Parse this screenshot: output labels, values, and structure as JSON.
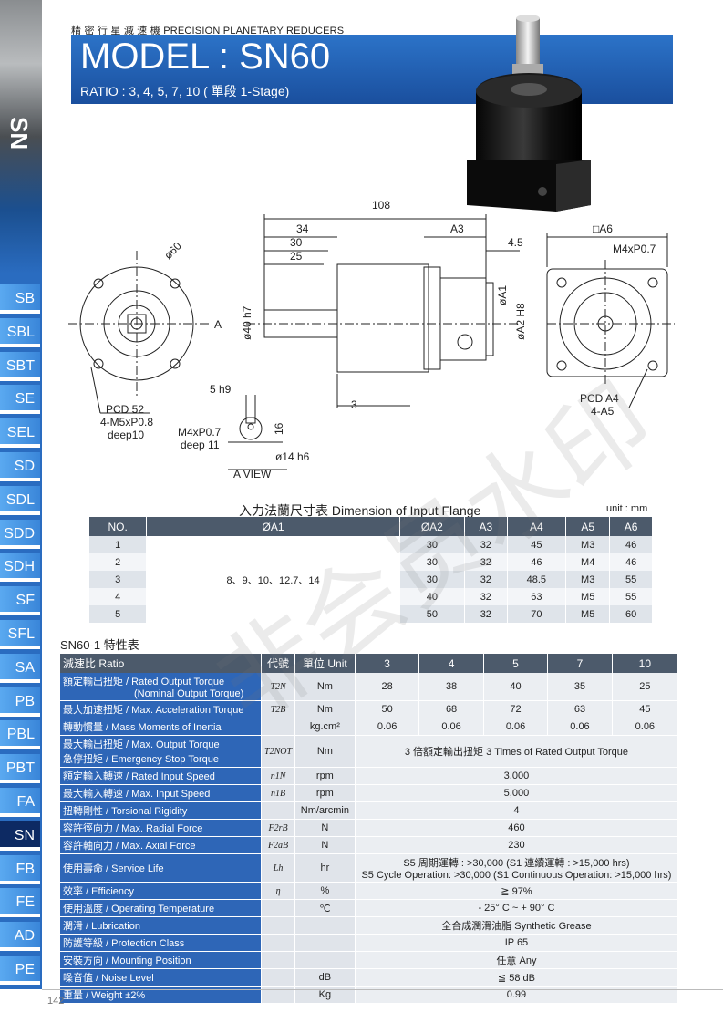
{
  "header": {
    "small_title": "精 密 行 星 減 速 機   PRECISION PLANETARY REDUCERS",
    "model": "MODEL : SN60",
    "ratio": "RATIO : 3, 4, 5, 7, 10 ( 單段 1-Stage)"
  },
  "sidebar": {
    "series": "SN",
    "items": [
      "SB",
      "SBL",
      "SBT",
      "SE",
      "SEL",
      "SD",
      "SDL",
      "SDD",
      "SDH",
      "SF",
      "SFL",
      "SA",
      "PB",
      "PBL",
      "PBT",
      "FA",
      "SN",
      "FB",
      "FE",
      "AD",
      "PE"
    ],
    "active": "SN"
  },
  "drawing": {
    "dims": {
      "overall": "108",
      "d34": "34",
      "d30": "30",
      "d25": "25",
      "a3": "A3",
      "d45": "4.5",
      "a6": "□A6",
      "m4": "M4xP0.7",
      "phi60": "ø60",
      "a_mark": "A",
      "phi40": "ø40 h7",
      "phi_a1": "øA1",
      "phi_a2": "øA2 H8",
      "pcd52": "PCD 52",
      "m5": "4-M5xP0.8",
      "deep10": "deep10",
      "d5": "5 h9",
      "d3": "3",
      "d16": "16",
      "m4b": "M4xP0.7",
      "deep11": "deep 11",
      "phi14": "ø14 h6",
      "aview": "A VIEW",
      "pcd_a4": "PCD A4",
      "a5": "4-A5"
    }
  },
  "watermark": "非会员水印",
  "flange_table": {
    "title": "入力法蘭尺寸表  Dimension of Input Flange",
    "unit": "unit : mm",
    "headers": [
      "NO.",
      "ØA1",
      "ØA2",
      "A3",
      "A4",
      "A5",
      "A6"
    ],
    "a1_merged": "8、9、10、12.7、14",
    "rows": [
      [
        "1",
        "30",
        "32",
        "45",
        "M3",
        "46"
      ],
      [
        "2",
        "30",
        "32",
        "46",
        "M4",
        "46"
      ],
      [
        "3",
        "30",
        "32",
        "48.5",
        "M3",
        "55"
      ],
      [
        "4",
        "40",
        "32",
        "63",
        "M5",
        "55"
      ],
      [
        "5",
        "50",
        "32",
        "70",
        "M5",
        "60"
      ]
    ]
  },
  "spec_table": {
    "title": "SN60-1 特性表",
    "headers": [
      "減速比 Ratio",
      "代號",
      "單位 Unit",
      "3",
      "4",
      "5",
      "7",
      "10"
    ],
    "rows": [
      {
        "label": "額定輸出扭矩 / Rated Output Torque",
        "label2": "(Nominal Output Torque)",
        "code": "T2N",
        "unit": "Nm",
        "values": [
          "28",
          "38",
          "40",
          "35",
          "25"
        ]
      },
      {
        "label": "最大加速扭矩 / Max. Acceleration Torque",
        "code": "T2B",
        "unit": "Nm",
        "values": [
          "50",
          "68",
          "72",
          "63",
          "45"
        ]
      },
      {
        "label": "轉動慣量 / Mass Moments of Inertia",
        "code": "",
        "unit": "kg.cm²",
        "values": [
          "0.06",
          "0.06",
          "0.06",
          "0.06",
          "0.06"
        ]
      },
      {
        "label": "最大輸出扭矩 / Max. Output Torque",
        "label2": "急停扭矩 / Emergency Stop Torque",
        "code": "T2NOT",
        "unit": "Nm",
        "span": "3 倍額定輸出扭矩 3 Times of Rated Output Torque"
      },
      {
        "label": "額定輸入轉速 / Rated Input Speed",
        "code": "n1N",
        "unit": "rpm",
        "span": "3,000"
      },
      {
        "label": "最大輸入轉速 / Max. Input Speed",
        "code": "n1B",
        "unit": "rpm",
        "span": "5,000"
      },
      {
        "label": "扭轉剛性 / Torsional Rigidity",
        "code": "",
        "unit": "Nm/arcmin",
        "span": "4"
      },
      {
        "label": "容許徑向力 / Max. Radial Force",
        "code": "F2rB",
        "unit": "N",
        "span": "460"
      },
      {
        "label": "容許軸向力 / Max. Axial Force",
        "code": "F2aB",
        "unit": "N",
        "span": "230"
      },
      {
        "label": "使用壽命 / Service Life",
        "code": "Lh",
        "unit": "hr",
        "span": "S5 周期運轉 : >30,000 (S1 連續運轉 : >15,000 hrs)",
        "span2": "S5 Cycle Operation: >30,000 (S1 Continuous Operation: >15,000 hrs)"
      },
      {
        "label": "效率 / Efficiency",
        "code": "η",
        "unit": "%",
        "span": "≧ 97%"
      },
      {
        "label": "使用溫度 / Operating Temperature",
        "code": "",
        "unit": "℃",
        "span": "- 25° C ~ + 90° C"
      },
      {
        "label": "潤滑 / Lubrication",
        "code": "",
        "unit": "",
        "span": "全合成潤滑油脂 Synthetic Grease"
      },
      {
        "label": "防護等級 / Protection Class",
        "code": "",
        "unit": "",
        "span": "IP 65"
      },
      {
        "label": "安裝方向 / Mounting Position",
        "code": "",
        "unit": "",
        "span": "任意 Any"
      },
      {
        "label": "噪音值 / Noise Level",
        "code": "",
        "unit": "dB",
        "span": "≦ 58 dB"
      },
      {
        "label": "重量 / Weight ±2%",
        "code": "",
        "unit": "Kg",
        "span": "0.99"
      }
    ]
  },
  "page_number": "142"
}
